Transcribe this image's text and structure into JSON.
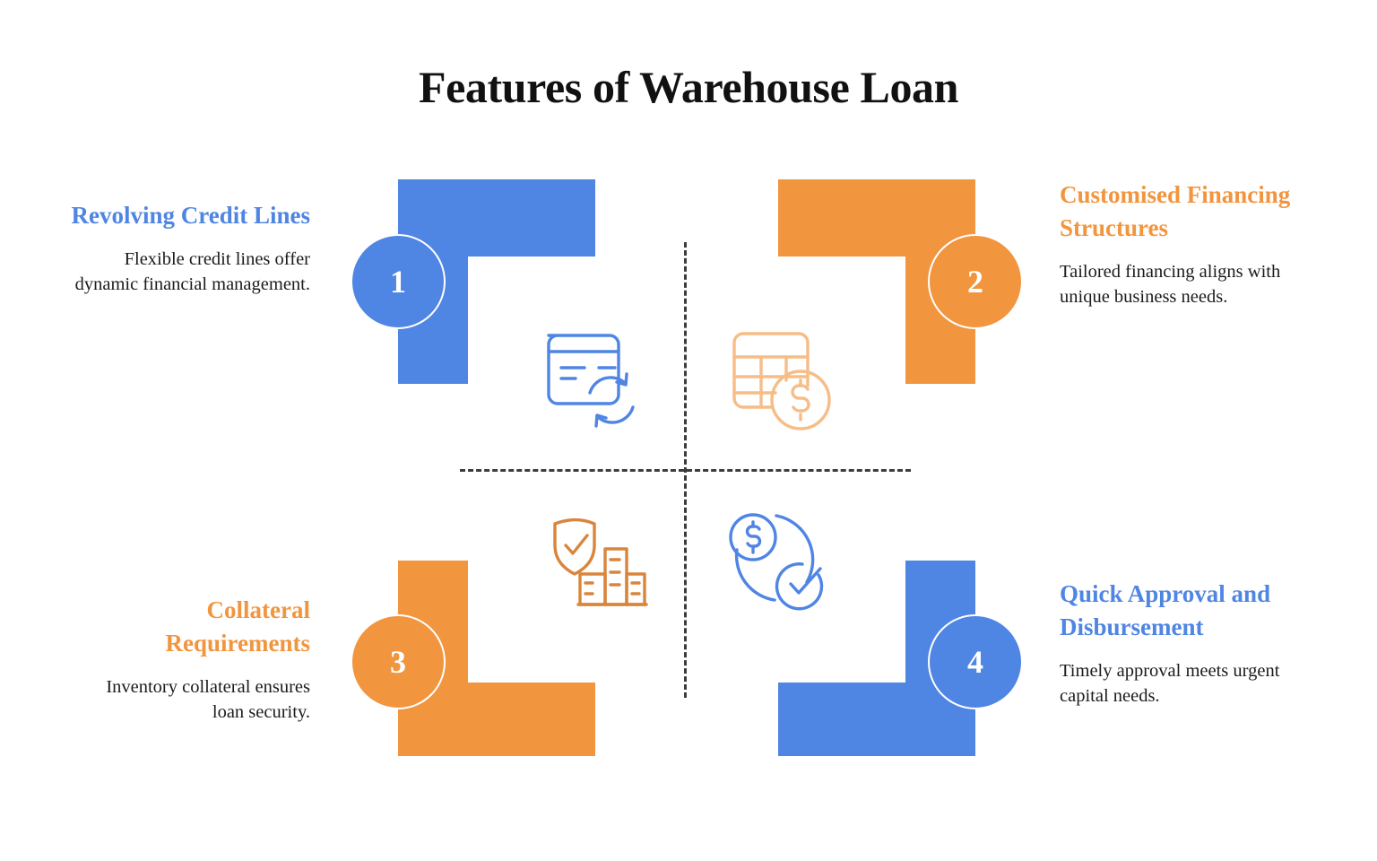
{
  "title": "Features of Warehouse Loan",
  "colors": {
    "blue": "#4f85e3",
    "orange": "#f2953f",
    "icon_blue": "#4f85e3",
    "icon_orange_light": "#f6bd87",
    "icon_orange": "#d9853c",
    "divider": "#3d3d3d",
    "title_text": "#111111",
    "body_text": "#1b1b1b"
  },
  "quadrants": [
    {
      "number": "1",
      "heading": "Revolving Credit Lines",
      "body": "Flexible credit lines offer dynamic financial management.",
      "accent": "blue",
      "icon": "credit-card-refresh-icon"
    },
    {
      "number": "2",
      "heading": "Customised Financing Structures",
      "body": "Tailored financing aligns with unique business needs.",
      "accent": "orange",
      "icon": "spreadsheet-dollar-icon"
    },
    {
      "number": "3",
      "heading": "Collateral Requirements",
      "body": "Inventory collateral ensures loan security.",
      "accent": "orange",
      "icon": "shield-check-warehouse-icon"
    },
    {
      "number": "4",
      "heading": "Quick Approval and Disbursement",
      "body": "Timely approval meets urgent capital needs.",
      "accent": "blue",
      "icon": "dollar-check-cycle-icon"
    }
  ]
}
